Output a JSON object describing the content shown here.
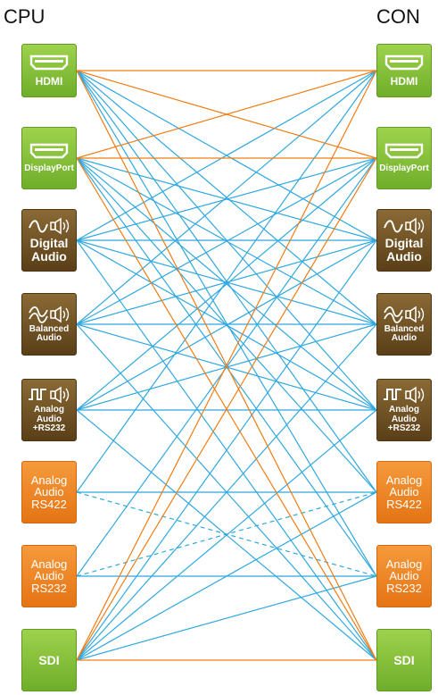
{
  "columns": {
    "left_title": "CPU",
    "right_title": "CON"
  },
  "tiles": [
    {
      "id": "hdmi",
      "label": "HDMI",
      "color": "green",
      "icon": "hdmi-port-icon"
    },
    {
      "id": "displayport",
      "label": "DisplayPort",
      "color": "green",
      "icon": "hdmi-port-icon"
    },
    {
      "id": "digital-audio",
      "label": "Digital Audio",
      "color": "brown",
      "icon": "sine-wave-speaker-icon"
    },
    {
      "id": "balanced-audio",
      "label": "Balanced Audio",
      "color": "brown",
      "icon": "double-wave-speaker-icon"
    },
    {
      "id": "analog-audio-rs232",
      "label": "Analog Audio +RS232",
      "color": "brown",
      "icon": "square-wave-speaker-icon"
    },
    {
      "id": "analog-audio-rs422",
      "label": "Analog Audio RS422",
      "color": "orange",
      "icon": ""
    },
    {
      "id": "analog-audio-rs232b",
      "label": "Analog Audio RS232",
      "color": "orange",
      "icon": ""
    },
    {
      "id": "sdi",
      "label": "SDI",
      "color": "green",
      "icon": ""
    }
  ],
  "colors": {
    "green": "#7cbf34",
    "brown": "#6b4c22",
    "orange": "#ef8422",
    "blue_link": "#2fa8e0",
    "orange_link": "#f07d14"
  },
  "connections": [
    {
      "from": "hdmi",
      "to": "hdmi",
      "color": "orange",
      "style": "solid"
    },
    {
      "from": "hdmi",
      "to": "displayport",
      "color": "orange",
      "style": "solid"
    },
    {
      "from": "displayport",
      "to": "hdmi",
      "color": "orange",
      "style": "solid"
    },
    {
      "from": "displayport",
      "to": "displayport",
      "color": "orange",
      "style": "solid"
    },
    {
      "from": "hdmi",
      "to": "sdi",
      "color": "orange",
      "style": "solid"
    },
    {
      "from": "displayport",
      "to": "sdi",
      "color": "orange",
      "style": "solid"
    },
    {
      "from": "sdi",
      "to": "hdmi",
      "color": "orange",
      "style": "solid"
    },
    {
      "from": "sdi",
      "to": "displayport",
      "color": "orange",
      "style": "solid"
    },
    {
      "from": "sdi",
      "to": "sdi",
      "color": "orange",
      "style": "solid"
    },
    {
      "from": "hdmi",
      "to": "digital-audio",
      "color": "blue",
      "style": "solid"
    },
    {
      "from": "hdmi",
      "to": "balanced-audio",
      "color": "blue",
      "style": "solid"
    },
    {
      "from": "hdmi",
      "to": "analog-audio-rs232",
      "color": "blue",
      "style": "solid"
    },
    {
      "from": "hdmi",
      "to": "analog-audio-rs422",
      "color": "blue",
      "style": "solid"
    },
    {
      "from": "hdmi",
      "to": "analog-audio-rs232b",
      "color": "blue",
      "style": "solid"
    },
    {
      "from": "displayport",
      "to": "digital-audio",
      "color": "blue",
      "style": "solid"
    },
    {
      "from": "displayport",
      "to": "balanced-audio",
      "color": "blue",
      "style": "solid"
    },
    {
      "from": "displayport",
      "to": "analog-audio-rs232",
      "color": "blue",
      "style": "solid"
    },
    {
      "from": "displayport",
      "to": "analog-audio-rs422",
      "color": "blue",
      "style": "solid"
    },
    {
      "from": "displayport",
      "to": "analog-audio-rs232b",
      "color": "blue",
      "style": "solid"
    },
    {
      "from": "sdi",
      "to": "digital-audio",
      "color": "blue",
      "style": "solid"
    },
    {
      "from": "sdi",
      "to": "balanced-audio",
      "color": "blue",
      "style": "solid"
    },
    {
      "from": "sdi",
      "to": "analog-audio-rs232",
      "color": "blue",
      "style": "solid"
    },
    {
      "from": "sdi",
      "to": "analog-audio-rs422",
      "color": "blue",
      "style": "solid"
    },
    {
      "from": "sdi",
      "to": "analog-audio-rs232b",
      "color": "blue",
      "style": "solid"
    },
    {
      "from": "digital-audio",
      "to": "hdmi",
      "color": "blue",
      "style": "solid"
    },
    {
      "from": "digital-audio",
      "to": "displayport",
      "color": "blue",
      "style": "solid"
    },
    {
      "from": "digital-audio",
      "to": "digital-audio",
      "color": "blue",
      "style": "solid"
    },
    {
      "from": "digital-audio",
      "to": "balanced-audio",
      "color": "blue",
      "style": "solid"
    },
    {
      "from": "digital-audio",
      "to": "analog-audio-rs232",
      "color": "blue",
      "style": "solid"
    },
    {
      "from": "digital-audio",
      "to": "sdi",
      "color": "blue",
      "style": "solid"
    },
    {
      "from": "balanced-audio",
      "to": "hdmi",
      "color": "blue",
      "style": "solid"
    },
    {
      "from": "balanced-audio",
      "to": "displayport",
      "color": "blue",
      "style": "solid"
    },
    {
      "from": "balanced-audio",
      "to": "digital-audio",
      "color": "blue",
      "style": "solid"
    },
    {
      "from": "balanced-audio",
      "to": "balanced-audio",
      "color": "blue",
      "style": "solid"
    },
    {
      "from": "balanced-audio",
      "to": "analog-audio-rs232",
      "color": "blue",
      "style": "solid"
    },
    {
      "from": "balanced-audio",
      "to": "sdi",
      "color": "blue",
      "style": "solid"
    },
    {
      "from": "analog-audio-rs232",
      "to": "displayport",
      "color": "blue",
      "style": "solid"
    },
    {
      "from": "analog-audio-rs232",
      "to": "digital-audio",
      "color": "blue",
      "style": "solid"
    },
    {
      "from": "analog-audio-rs232",
      "to": "balanced-audio",
      "color": "blue",
      "style": "solid"
    },
    {
      "from": "analog-audio-rs232",
      "to": "analog-audio-rs232",
      "color": "blue",
      "style": "solid"
    },
    {
      "from": "analog-audio-rs232",
      "to": "sdi",
      "color": "blue",
      "style": "solid"
    },
    {
      "from": "analog-audio-rs422",
      "to": "hdmi",
      "color": "blue",
      "style": "solid"
    },
    {
      "from": "analog-audio-rs422",
      "to": "analog-audio-rs422",
      "color": "blue",
      "style": "solid"
    },
    {
      "from": "analog-audio-rs232b",
      "to": "displayport",
      "color": "blue",
      "style": "solid"
    },
    {
      "from": "analog-audio-rs232b",
      "to": "analog-audio-rs232b",
      "color": "blue",
      "style": "solid"
    },
    {
      "from": "analog-audio-rs422",
      "to": "analog-audio-rs232b",
      "color": "blue",
      "style": "dashed"
    },
    {
      "from": "analog-audio-rs232b",
      "to": "analog-audio-rs422",
      "color": "blue",
      "style": "dashed"
    }
  ]
}
